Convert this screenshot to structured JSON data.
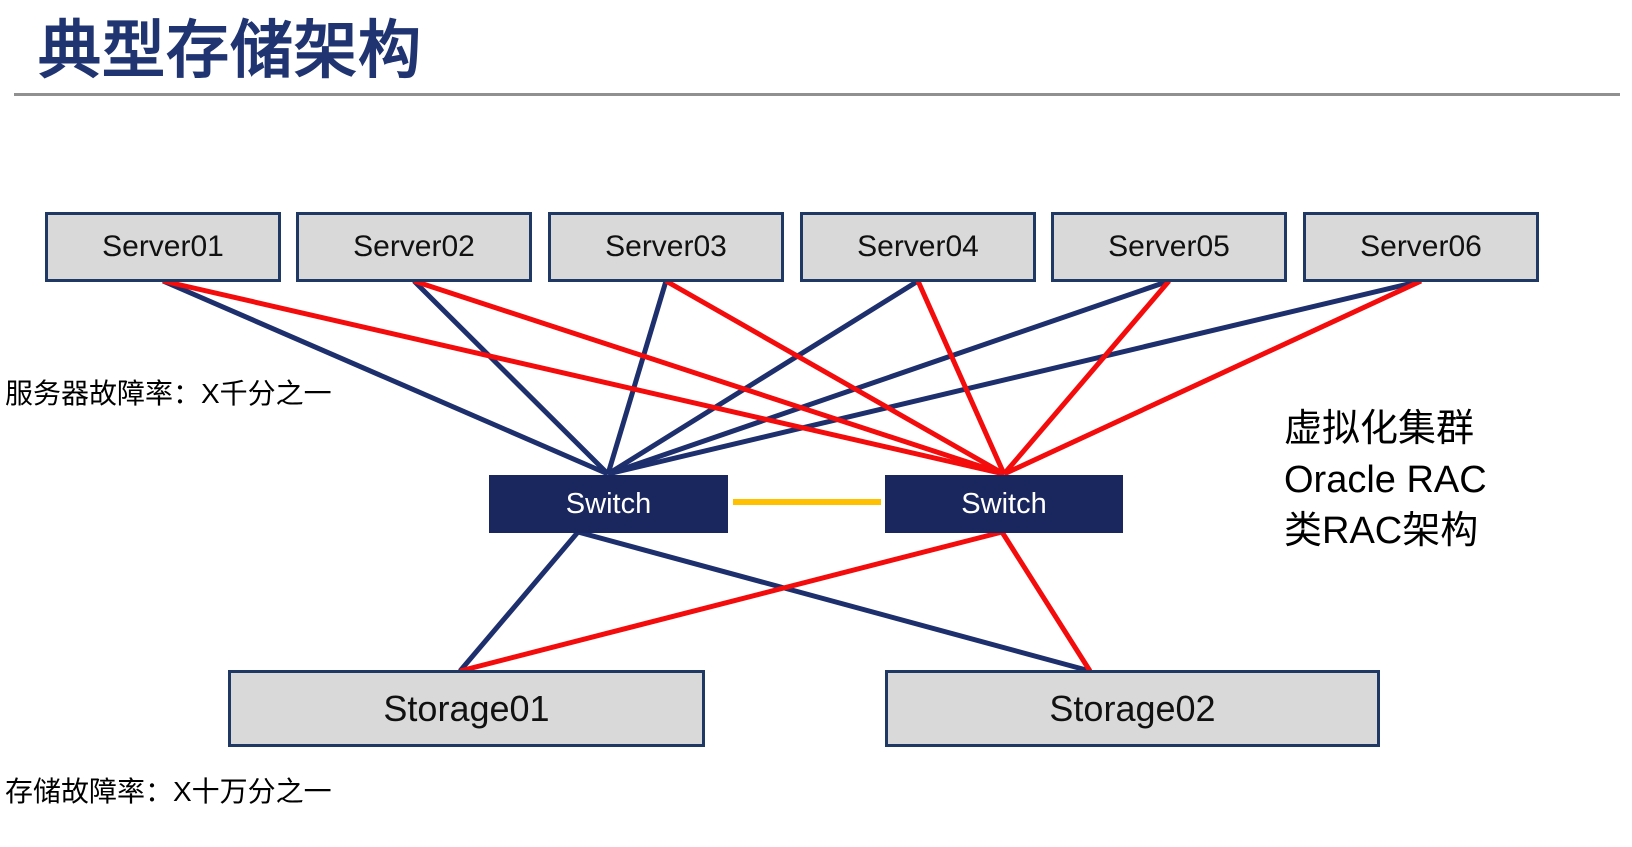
{
  "title": "典型存储架构",
  "servers": [
    {
      "label": "Server01"
    },
    {
      "label": "Server02"
    },
    {
      "label": "Server03"
    },
    {
      "label": "Server04"
    },
    {
      "label": "Server05"
    },
    {
      "label": "Server06"
    }
  ],
  "switches": [
    {
      "label": "Switch"
    },
    {
      "label": "Switch"
    }
  ],
  "storages": [
    {
      "label": "Storage01"
    },
    {
      "label": "Storage02"
    }
  ],
  "labels": {
    "server_failure_rate": "服务器故障率：X千分之一",
    "storage_failure_rate": "存储故障率：X十万分之一"
  },
  "side_note": {
    "lines": [
      "虚拟化集群",
      "Oracle RAC",
      "类RAC架构"
    ]
  },
  "colors": {
    "navy": "#1f3864",
    "box_fill": "#d9d9d9",
    "switch_fill": "#1a265e",
    "title_color": "#1f3470",
    "rule_gray": "#909090",
    "line_blue": "#1d2f6d",
    "line_red": "#f40b0b",
    "link_orange": "#ffc000"
  },
  "connections": [
    {
      "from": "server01",
      "to": "switch-a",
      "color": "blue"
    },
    {
      "from": "server02",
      "to": "switch-a",
      "color": "blue"
    },
    {
      "from": "server03",
      "to": "switch-a",
      "color": "blue"
    },
    {
      "from": "server04",
      "to": "switch-a",
      "color": "blue"
    },
    {
      "from": "server05",
      "to": "switch-a",
      "color": "blue"
    },
    {
      "from": "server06",
      "to": "switch-a",
      "color": "blue"
    },
    {
      "from": "switch-a",
      "to": "storage01",
      "color": "blue"
    },
    {
      "from": "switch-a",
      "to": "storage02",
      "color": "blue"
    },
    {
      "from": "server01",
      "to": "switch-b",
      "color": "red"
    },
    {
      "from": "server02",
      "to": "switch-b",
      "color": "red"
    },
    {
      "from": "server03",
      "to": "switch-b",
      "color": "red"
    },
    {
      "from": "server04",
      "to": "switch-b",
      "color": "red"
    },
    {
      "from": "server05",
      "to": "switch-b",
      "color": "red"
    },
    {
      "from": "server06",
      "to": "switch-b",
      "color": "red"
    },
    {
      "from": "switch-b",
      "to": "storage01",
      "color": "red"
    },
    {
      "from": "switch-b",
      "to": "storage02",
      "color": "red"
    },
    {
      "from": "switch-a",
      "to": "switch-b",
      "color": "orange"
    }
  ]
}
